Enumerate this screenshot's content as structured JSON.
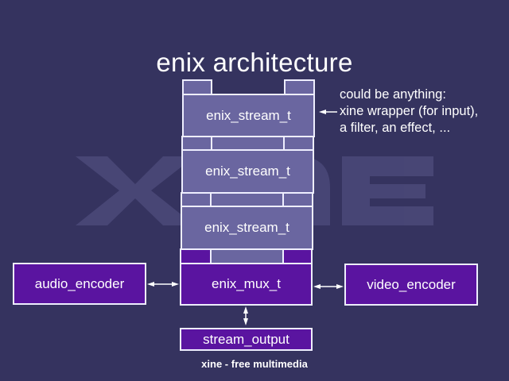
{
  "title": "enix architecture",
  "watermark": {
    "text": "XINE",
    "icon": "xine-logo-watermark"
  },
  "stack": {
    "streams": [
      {
        "label": "enix_stream_t"
      },
      {
        "label": "enix_stream_t"
      },
      {
        "label": "enix_stream_t"
      }
    ],
    "mux": {
      "label": "enix_mux_t"
    },
    "output": {
      "label": "stream_output"
    }
  },
  "encoders": {
    "audio": {
      "label": "audio_encoder"
    },
    "video": {
      "label": "video_encoder"
    }
  },
  "note": {
    "lines": [
      "could be anything:",
      "xine wrapper (for input),",
      "a filter, an effect, ..."
    ]
  },
  "footer": "xine - free multimedia",
  "colors": {
    "background": "#35335f",
    "stream_box": "#6a66a0",
    "mux_box": "#5a14a0",
    "border": "#eeeeff"
  }
}
